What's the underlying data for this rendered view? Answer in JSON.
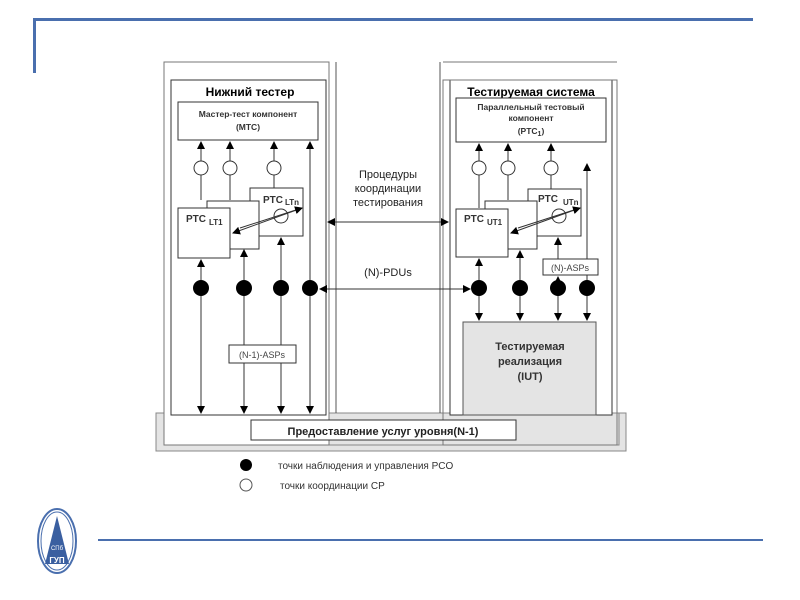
{
  "slide": {
    "accent_color": "#4a6fae"
  },
  "diagram": {
    "lower_tester": {
      "title": "Нижний тестер",
      "mtc": {
        "line1": "Мастер-тест компонент",
        "line2": "(MTC)"
      },
      "ptc_lt1": {
        "base": "PTC",
        "sub": "LT1"
      },
      "ptc_ltn": {
        "base": "PTC",
        "sub": "LTn"
      },
      "asps_label": "(N-1)-ASPs"
    },
    "system_under_test": {
      "title": "Тестируемая система",
      "ptc1": {
        "line1": "Параллельный тестовый",
        "line2": "компонент",
        "line3_base": "(PTC",
        "line3_sub": "1",
        "line3_end": ")"
      },
      "ptc_ut1": {
        "base": "PTC",
        "sub": "UT1"
      },
      "ptc_utn": {
        "base": "PTC",
        "sub": "UTn"
      },
      "asps_label": "(N)-ASPs",
      "iut": {
        "line1": "Тестируемая",
        "line2": "реализация",
        "line3": "(IUT)"
      }
    },
    "middle": {
      "coord_line1": "Процедуры",
      "coord_line2": "координации",
      "coord_line3": "тестирования",
      "pdus_label": "(N)-PDUs"
    },
    "service_provider": "Предоставление услуг уровня(N-1)",
    "legend": [
      {
        "symbol": "filled-circle",
        "label": "точки наблюдения и управления PCO"
      },
      {
        "symbol": "open-circle",
        "label": "точки координации CP"
      }
    ]
  },
  "logo": {
    "text_top": "СПб",
    "text_bottom": "ГУП"
  }
}
